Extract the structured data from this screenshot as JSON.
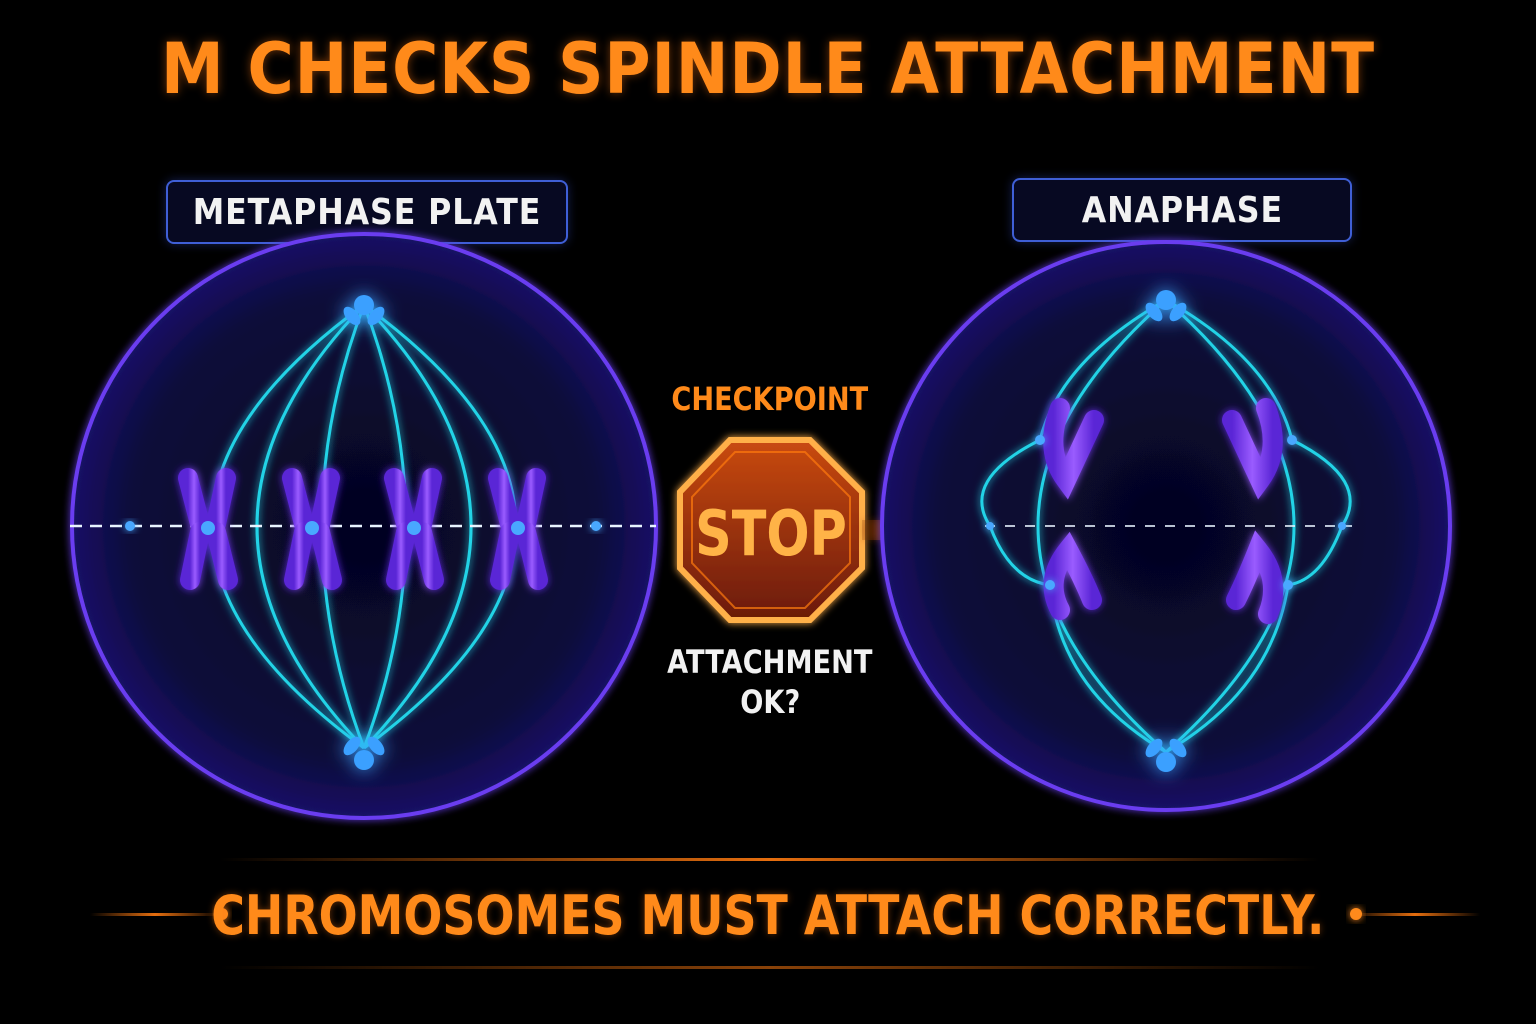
{
  "title": "M CHECKS SPINDLE ATTACHMENT",
  "panels": {
    "left_label": "METAPHASE PLATE",
    "right_label": "ANAPHASE"
  },
  "checkpoint": {
    "label": "CHECKPOINT",
    "sign_text": "STOP",
    "question_line1": "ATTACHMENT",
    "question_line2": "OK?"
  },
  "footer": "CHROMOSOMES MUST ATTACH CORRECTLY.",
  "colors": {
    "accent_orange": "#ff8a1a",
    "cell_membrane": "#6a3cf0",
    "spindle": "#22d3e6",
    "chromosome": "#7a3df0",
    "label_border": "#3f5fd6"
  }
}
